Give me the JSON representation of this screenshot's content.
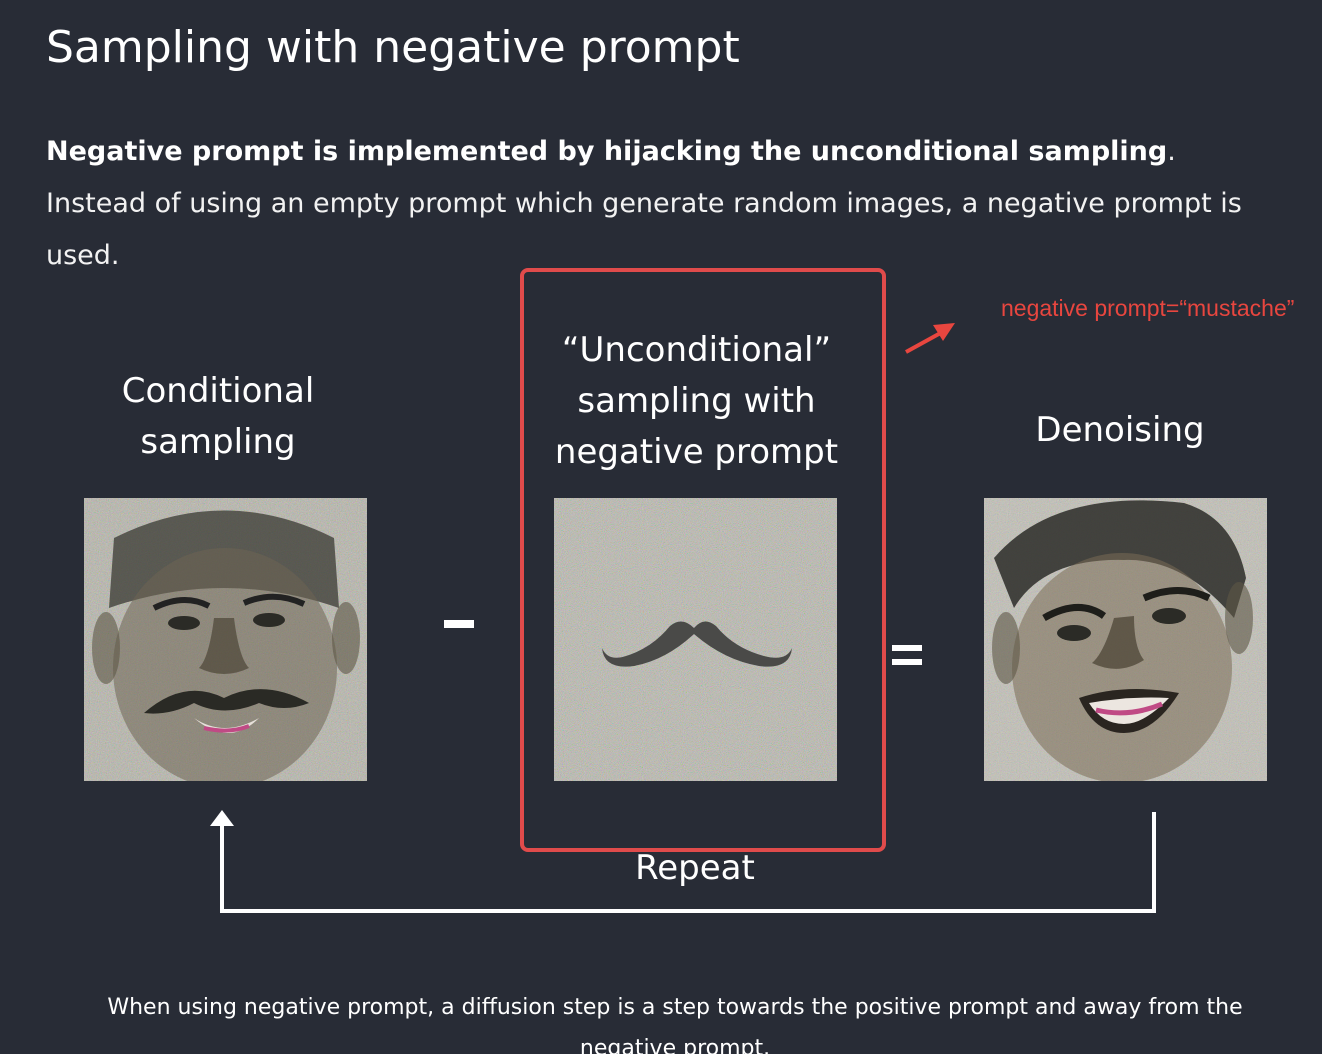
{
  "page": {
    "title": "Sampling with negative prompt",
    "intro_bold": "Negative prompt is implemented by hijacking the unconditional sampling",
    "intro_rest": ". Instead of using an empty prompt which generate random images, a negative prompt is used."
  },
  "diagram": {
    "conditional_label_line1": "Conditional",
    "conditional_label_line2": "sampling",
    "unconditional_label_line1": "“Unconditional”",
    "unconditional_label_line2": "sampling with",
    "unconditional_label_line3": "negative prompt",
    "denoising_label": "Denoising",
    "repeat_label": "Repeat",
    "minus_symbol": "-",
    "equals_symbol": "=",
    "annotation": "negative prompt=“mustache”",
    "annotation_color": "#e8463f",
    "highlight_color": "#e04b4b"
  },
  "caption": "When using negative prompt, a diffusion step is a step towards the positive prompt and away from the negative prompt."
}
